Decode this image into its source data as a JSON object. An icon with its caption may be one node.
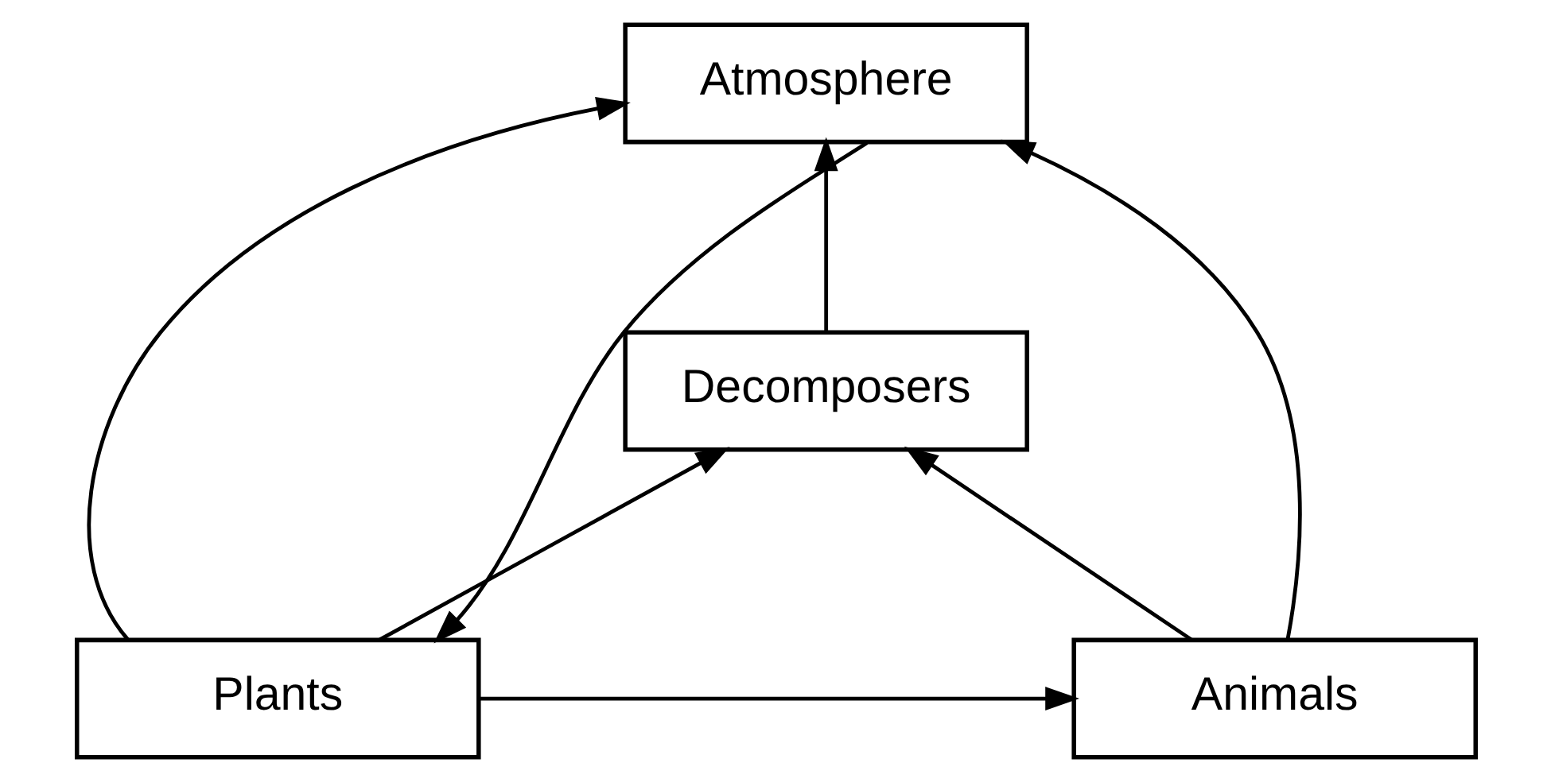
{
  "diagram": {
    "nodes": [
      {
        "text": [
          "Atmosphere"
        ]
      },
      {
        "text": [
          "Decomposers"
        ]
      },
      {
        "text": [
          "Animals"
        ]
      },
      {
        "text": [
          "Plants"
        ]
      }
    ],
    "edges": [
      {
        "from": 2,
        "to": 0,
        "arrow": "to"
      },
      {
        "from": 1,
        "to": 0,
        "arrow": "to"
      },
      {
        "from": 3,
        "to": 0,
        "arrow": "to"
      },
      {
        "from": 0,
        "to": 3,
        "arrow": "to"
      },
      {
        "from": 2,
        "to": 1,
        "arrow": "to"
      },
      {
        "from": 3,
        "to": 1,
        "arrow": "to"
      },
      {
        "from": 3,
        "to": 2,
        "arrow": "to"
      }
    ]
  }
}
